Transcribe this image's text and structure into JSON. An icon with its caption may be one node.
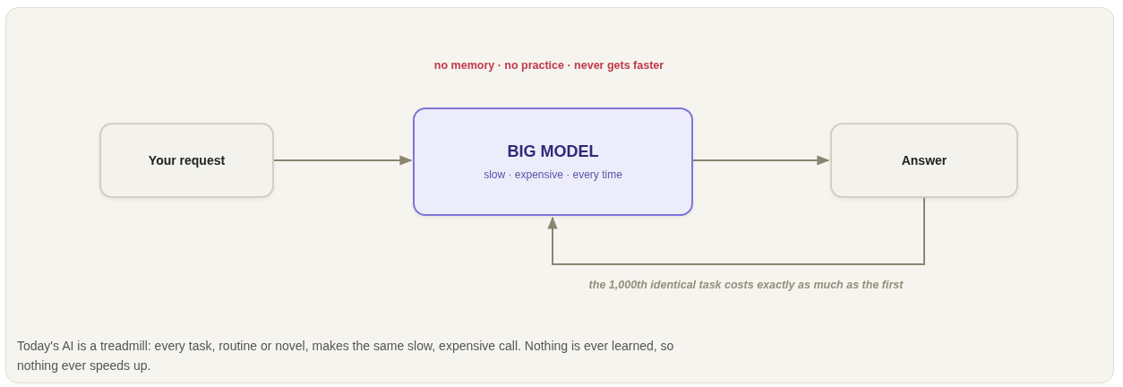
{
  "diagram": {
    "nodes": [
      {
        "text": [
          "Your request"
        ]
      },
      {
        "text": [
          "BIG MODEL",
          "slow · expensive · every time"
        ],
        "beside": [
          "no memory · no practice · never gets faster"
        ]
      },
      {
        "text": [
          "Answer"
        ]
      }
    ],
    "edges": [
      {
        "from": 0,
        "to": 1,
        "arrow": "to"
      },
      {
        "from": 1,
        "to": 2,
        "arrow": "to"
      },
      {
        "from": 2,
        "to": 1,
        "arrow": "to",
        "label": "the 1,000th identical task costs exactly as much as the first"
      }
    ],
    "caption": "Today's AI is a treadmill: every task, routine or novel, makes the same slow, expensive call. Nothing is ever learned, so nothing ever speeds up."
  }
}
